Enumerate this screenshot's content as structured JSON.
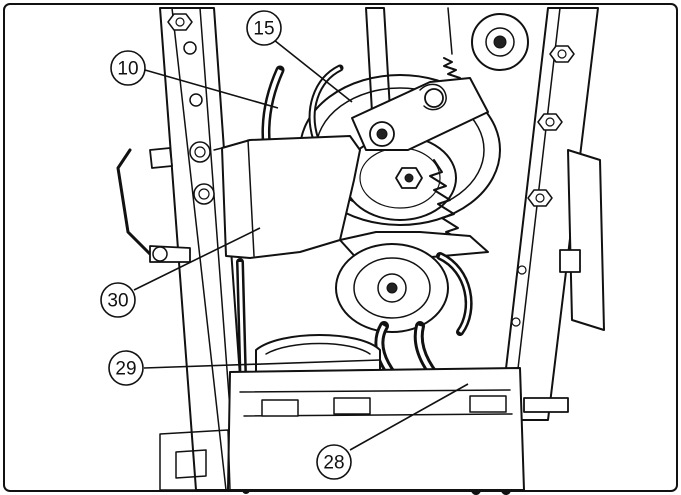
{
  "figure": {
    "frame_color": "#111111",
    "background": "#ffffff",
    "callouts": [
      {
        "id": "c10",
        "label": "10"
      },
      {
        "id": "c15",
        "label": "15"
      },
      {
        "id": "c30",
        "label": "30"
      },
      {
        "id": "c29",
        "label": "29"
      },
      {
        "id": "c28",
        "label": "28"
      }
    ]
  }
}
